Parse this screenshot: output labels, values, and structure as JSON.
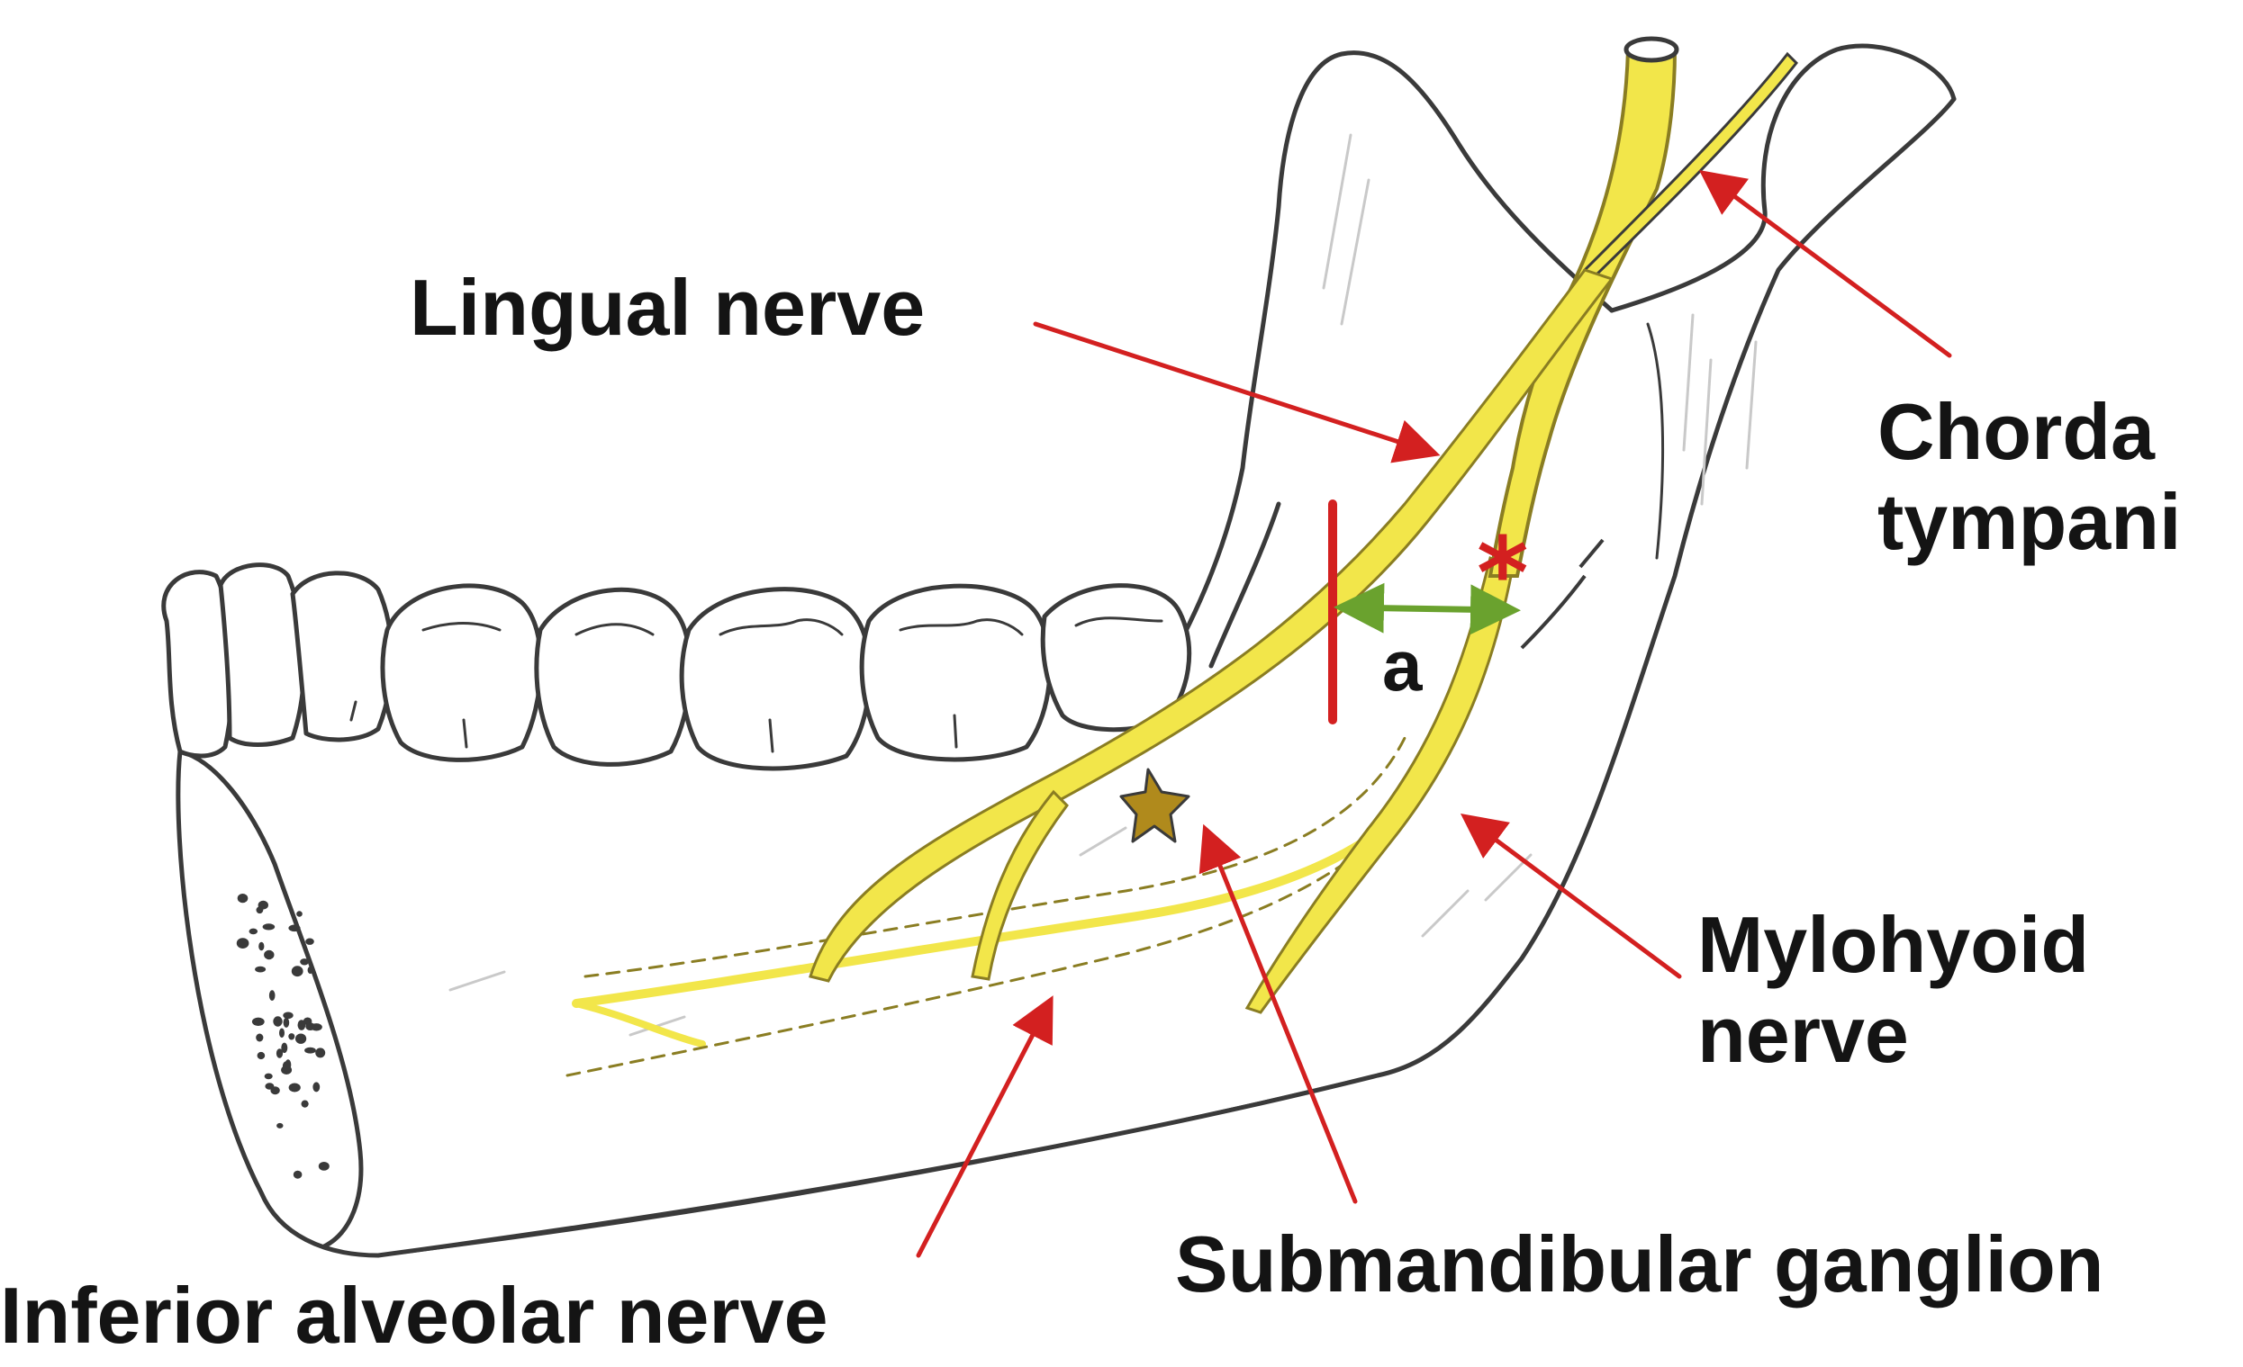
{
  "labels": {
    "lingual_nerve": "Lingual nerve",
    "chorda_line1": "Chorda",
    "chorda_line2": "tympani",
    "mylohyoid_line1": "Mylohyoid",
    "mylohyoid_line2": "nerve",
    "submandibular_ganglion": "Submandibular ganglion",
    "inferior_alveolar_nerve": "Inferior alveolar nerve",
    "distance_marker": "a",
    "asterisk": "*"
  },
  "colors": {
    "outline": "#3a3a3a",
    "nerve_fill": "#f2e64a",
    "nerve_stroke": "#8a7d22",
    "arrow": "#d32020",
    "measure": "#6aa22e",
    "ganglion": "#b08a1c",
    "text": "#141414",
    "shading": "#c9c9c9"
  }
}
